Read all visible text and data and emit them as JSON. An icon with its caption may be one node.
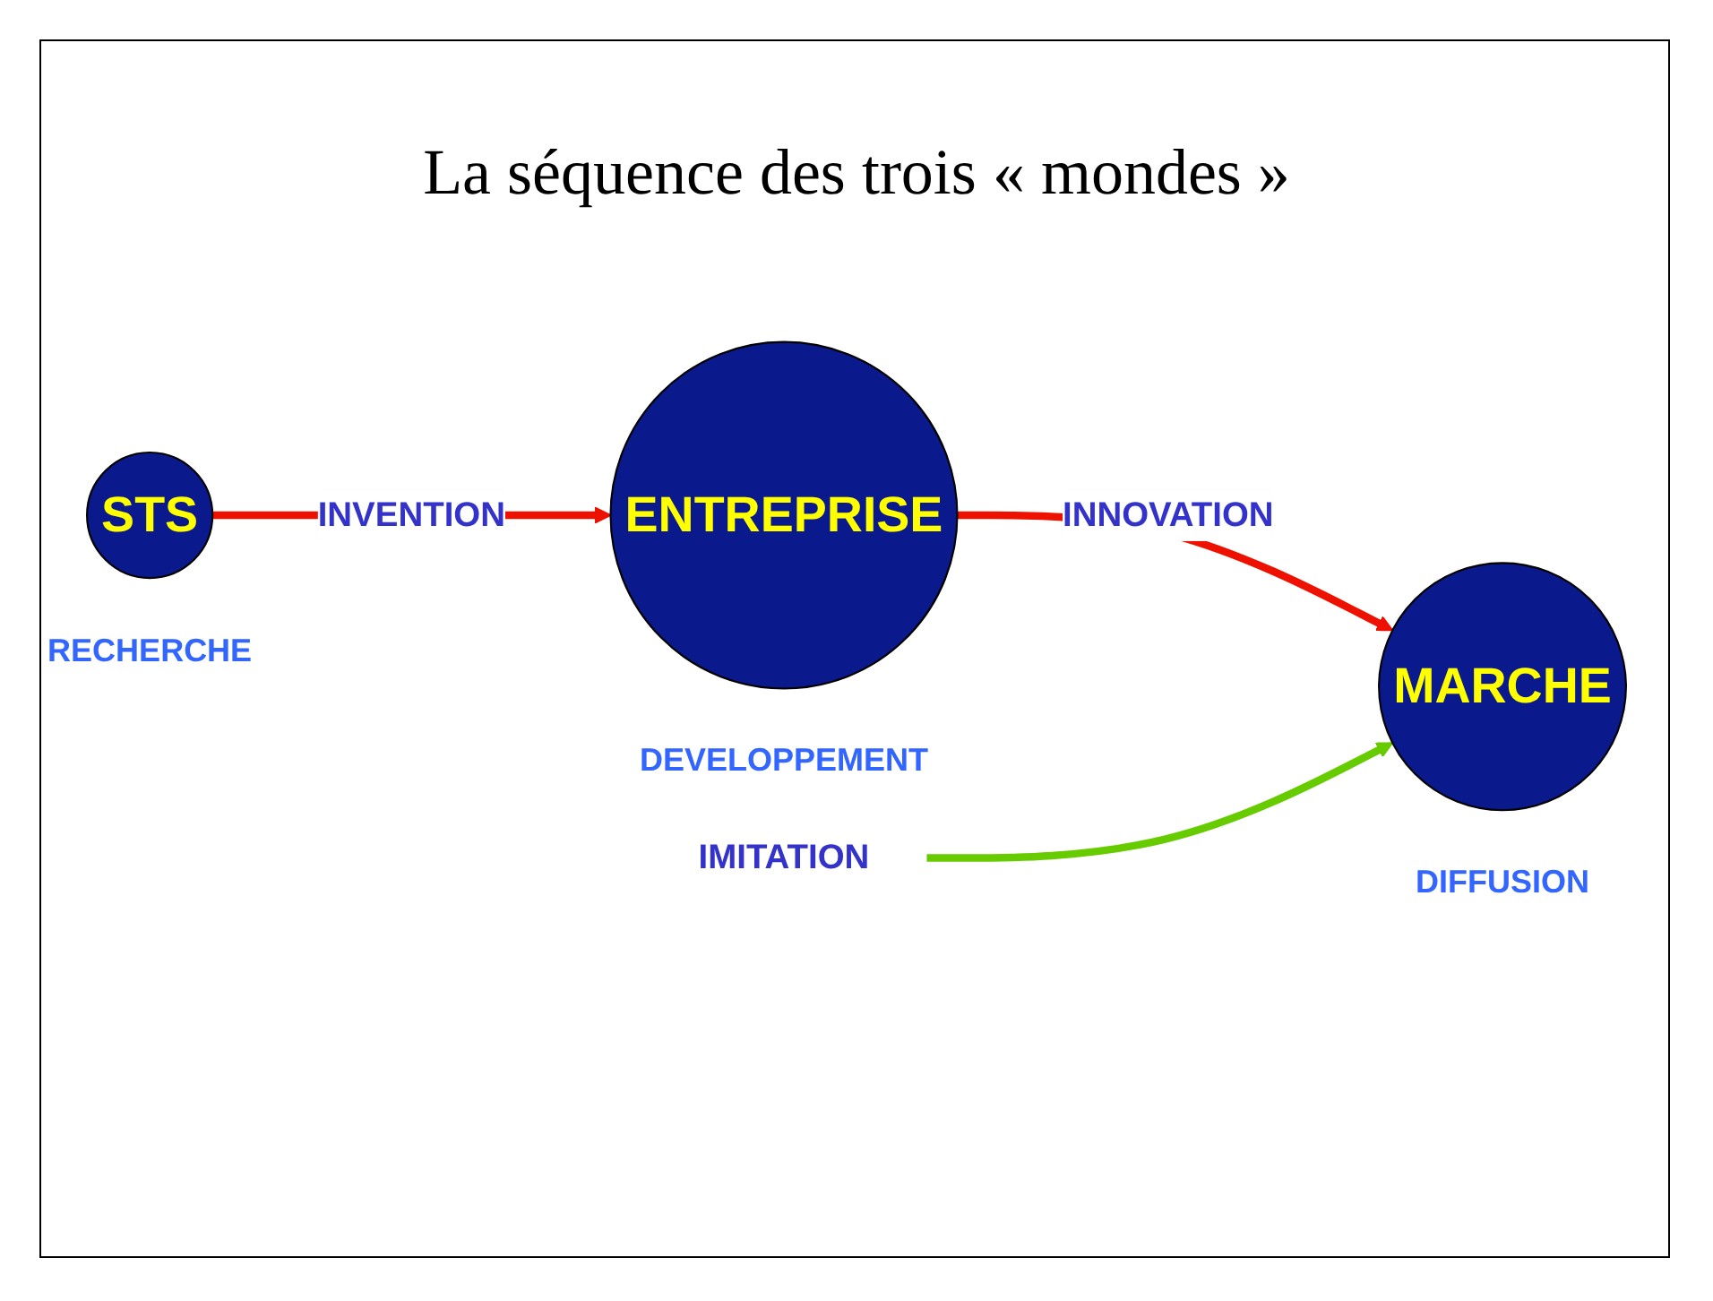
{
  "diagram": {
    "title": "La séquence des trois « mondes »",
    "nodes": [
      {
        "text": [
          "STS"
        ],
        "beside": [
          "RECHERCHE"
        ]
      },
      {
        "text": [
          "ENTREPRISE"
        ],
        "beside": [
          "DEVELOPPEMENT"
        ]
      },
      {
        "text": [
          "MARCHE"
        ],
        "beside": [
          "DIFFUSION"
        ]
      },
      {
        "text": [
          "IMITATION"
        ]
      }
    ],
    "edges": [
      {
        "from": 0,
        "to": 1,
        "arrow": "to",
        "label": "INVENTION"
      },
      {
        "from": 1,
        "to": 2,
        "arrow": "to",
        "label": "INNOVATION"
      },
      {
        "from": 3,
        "to": 2,
        "arrow": "to",
        "color": "#66cc00"
      }
    ]
  }
}
